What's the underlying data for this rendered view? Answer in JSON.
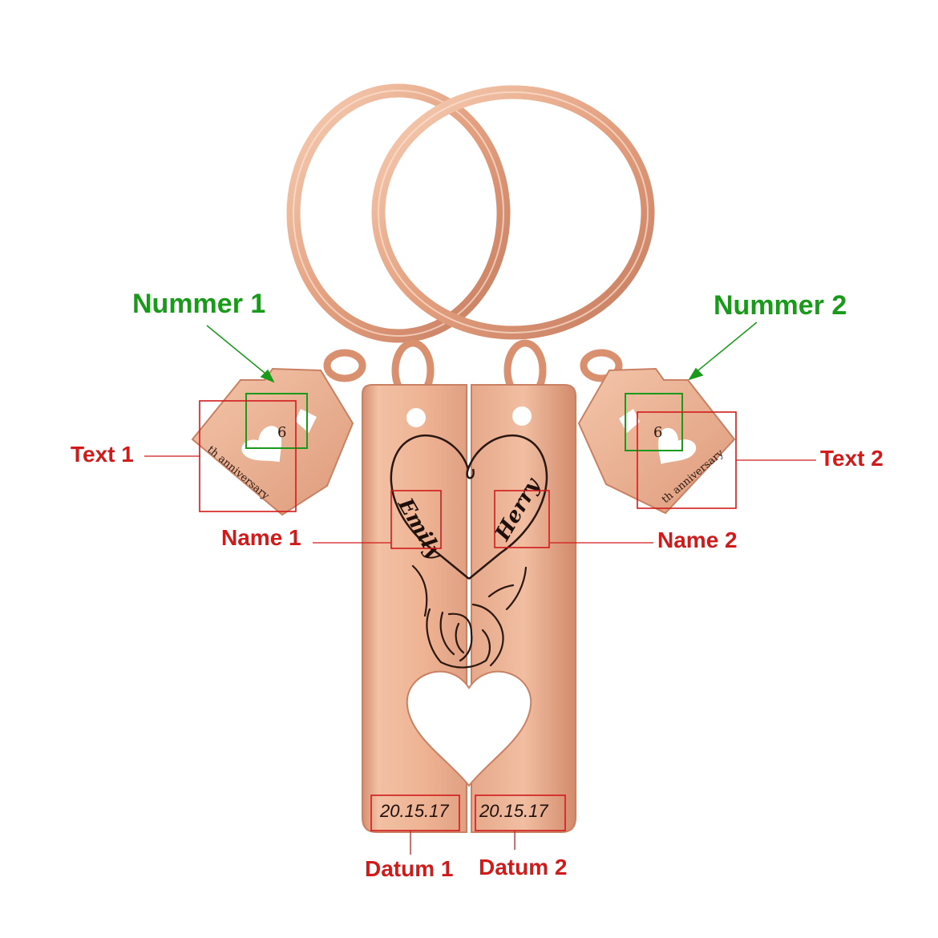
{
  "callouts": {
    "nummer_1": "Nummer 1",
    "nummer_2": "Nummer 2",
    "text_1": "Text 1",
    "text_2": "Text 2",
    "name_1": "Name 1",
    "name_2": "Name 2",
    "datum_1": "Datum 1",
    "datum_2": "Datum 2"
  },
  "engravings": {
    "left_house_number": "6",
    "left_house_text": "th anniversary",
    "right_house_number": "6",
    "right_house_text": "th anniversary",
    "name_left": "Emily",
    "name_right": "Herry",
    "date_left": "20.15.17",
    "date_right": "20.15.17"
  },
  "colors": {
    "rose_gold": "#e9a886",
    "rose_gold_dark": "#c98063",
    "rose_gold_light": "#f6cdb4",
    "callout_green": "#1a9a1a",
    "callout_red": "#d11a1a"
  }
}
